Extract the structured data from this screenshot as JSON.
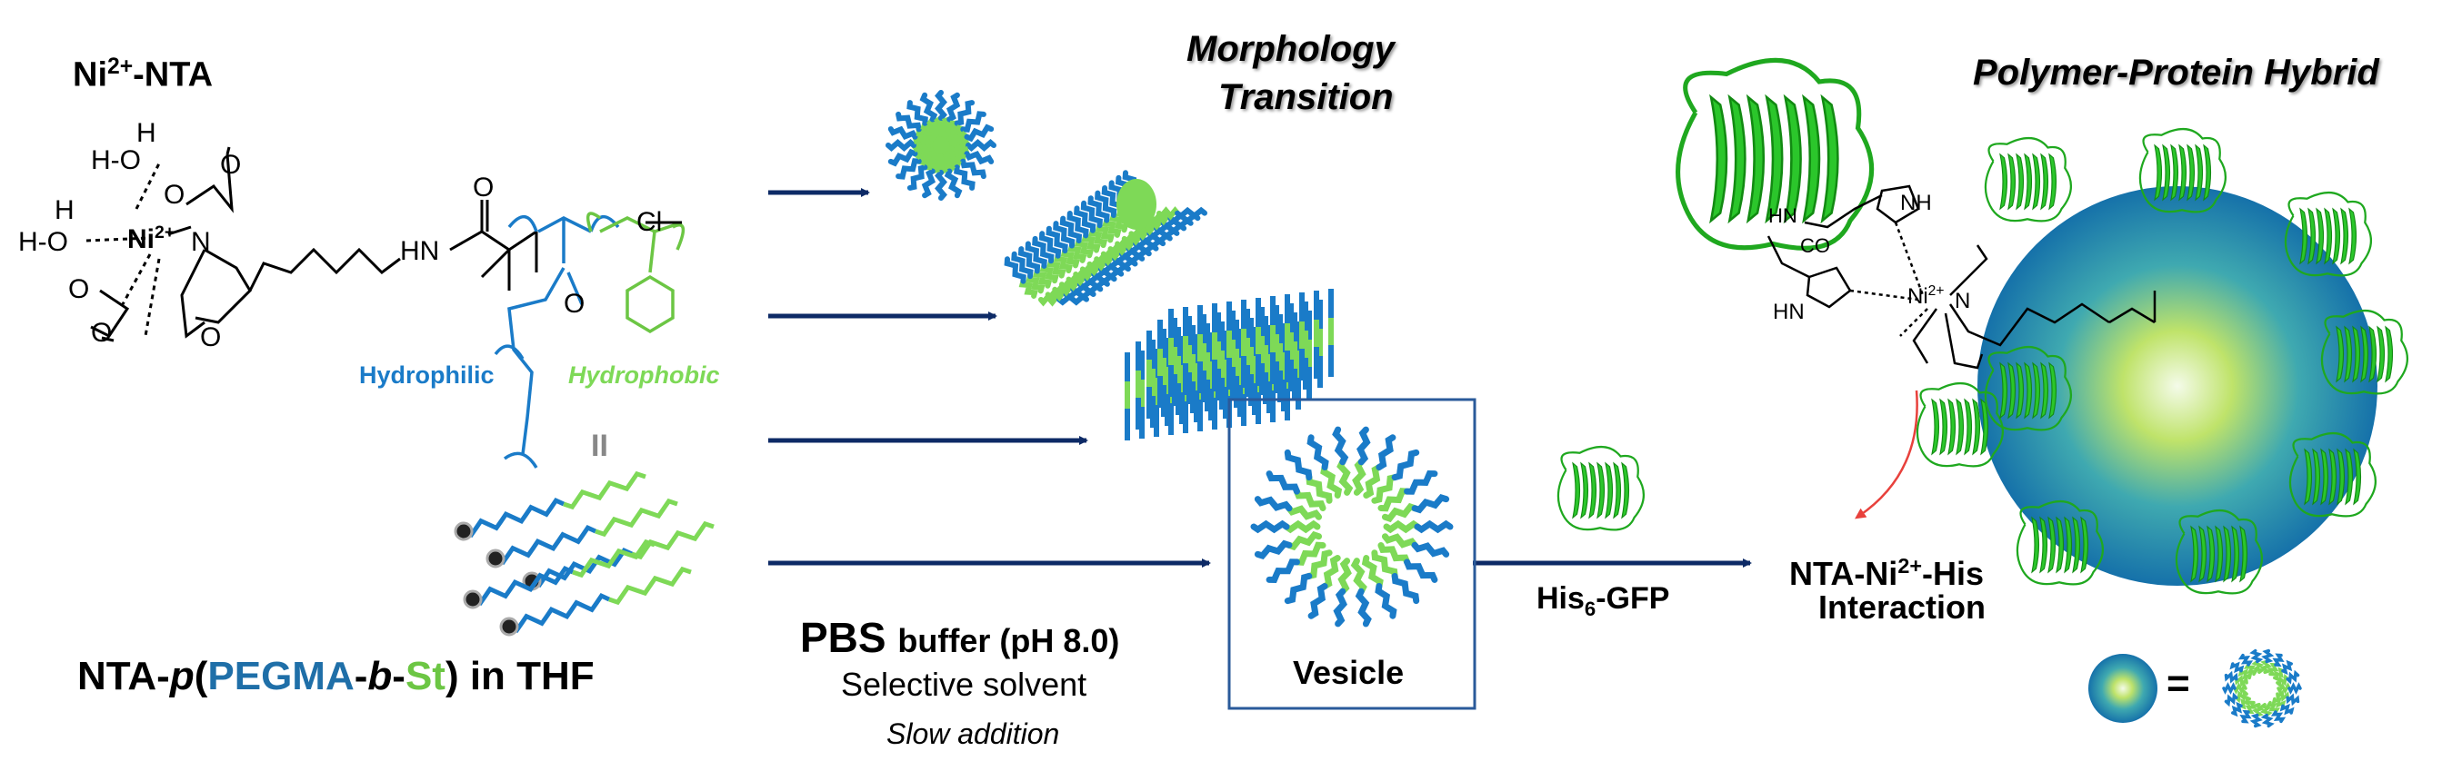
{
  "labels": {
    "ni_nta": "Ni",
    "ni_nta_charge": "2+",
    "ni_nta_suffix": "-NTA",
    "hydrophilic": "Hydrophilic",
    "hydrophobic": "Hydrophobic",
    "polymer_title": {
      "p1": "NTA-",
      "p2": "p",
      "p3": "(",
      "p4": "PEGMA",
      "p5": "-",
      "p6": "b",
      "p7": "-",
      "p8": "St",
      "p9": ") in THF"
    },
    "morphology": "Morphology",
    "transition": "Transition",
    "pbs": "PBS",
    "buffer": "buffer (pH 8.0)",
    "selective_solvent": "Selective solvent",
    "slow_addition": "Slow addition",
    "vesicle": "Vesicle",
    "his6_gfp_a": "His",
    "his6_gfp_sub": "6",
    "his6_gfp_b": "-GFP",
    "hybrid_title": "Polymer-Protein Hybrid",
    "interaction_a": "NTA-Ni",
    "interaction_charge": "2+",
    "interaction_b": "-His",
    "interaction_2": "Interaction",
    "equals": "=",
    "parallel": "II"
  },
  "chem_text": {
    "h2o_top_h": "H",
    "h2o_top": "H-O",
    "h2o_left_h": "H",
    "h2o_left": "H-O",
    "ni": "Ni",
    "ni_charge": "2+",
    "n": "N",
    "o": "O",
    "hn": "HN",
    "cl": "Cl",
    "nh": "NH",
    "co": "CO",
    "hn2": "HN"
  },
  "colors": {
    "hydrophilic": "#1a7bc8",
    "hydrophobic": "#7ed957",
    "arrow": "#0d2a66",
    "pegma_title": "#1f6fa8",
    "st_title": "#6cc644",
    "protein": "#2bc62b",
    "vesicle_box": "#2a5a9a",
    "red_arrow": "#e8413c"
  }
}
